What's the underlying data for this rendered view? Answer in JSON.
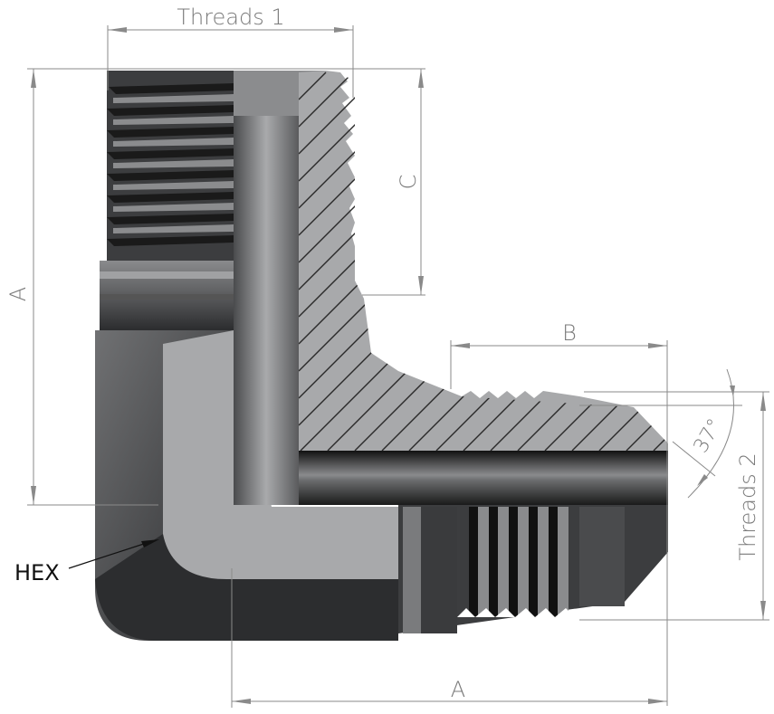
{
  "diagram": {
    "type": "technical-drawing",
    "subject": "90 degree elbow fitting, male pipe thread to 37 degree flare",
    "labels": {
      "threads1": "Threads 1",
      "threads2": "Threads 2",
      "dim_a_vertical": "A",
      "dim_a_horizontal": "A",
      "dim_b": "B",
      "dim_c": "C",
      "angle": "37°",
      "hex": "HEX"
    },
    "colors": {
      "dimension_line": "#8a8a8a",
      "dimension_text": "#7a7a7a",
      "section_face": "#a8a9ab",
      "body_dark": "#3a3b3d",
      "hatch": "#2a2a2a"
    }
  }
}
